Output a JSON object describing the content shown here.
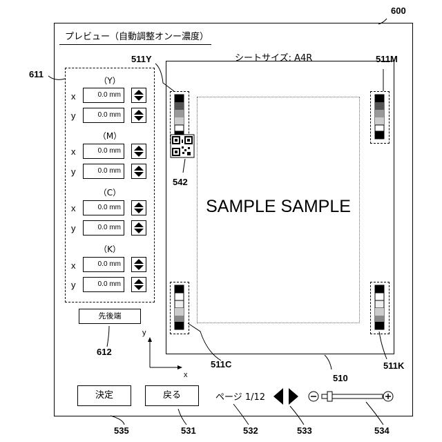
{
  "window": {
    "title": "プレビュー（自動調整オンー濃度）",
    "ref": "600"
  },
  "sheet_size": {
    "label": "シートサイズ: A4R"
  },
  "panel_ref": "611",
  "groups": [
    {
      "label": "（Y）",
      "x": "0.0 mm",
      "y": "0.0 mm"
    },
    {
      "label": "（M）",
      "x": "0.0 mm",
      "y": "0.0 mm"
    },
    {
      "label": "（C）",
      "x": "0.0 mm",
      "y": "0.0 mm"
    },
    {
      "label": "（K）",
      "x": "0.0 mm",
      "y": "0.0 mm"
    }
  ],
  "axis_labels": {
    "x": "x",
    "y": "y"
  },
  "leading_edge_button": {
    "label": "先後端",
    "ref": "612"
  },
  "coord_axes": {
    "x": "x",
    "y": "y"
  },
  "preview": {
    "ref": "510",
    "sample_text": "SAMPLE SAMPLE",
    "patch_refs": {
      "y": "511Y",
      "m": "511M",
      "c": "511C",
      "k": "511K"
    },
    "qr_ref": "542"
  },
  "buttons": {
    "confirm": {
      "label": "決定",
      "ref": "535"
    },
    "back": {
      "label": "戻る",
      "ref": "531"
    }
  },
  "page_indicator": {
    "label": "ページ 1/12",
    "ref": "532"
  },
  "page_arrows_ref": "533",
  "zoom_ref": "534",
  "icons": [
    "arrow-left-icon",
    "arrow-right-icon",
    "zoom-out-icon",
    "zoom-in-icon",
    "spin-up-down-icon",
    "qr-code-icon"
  ]
}
